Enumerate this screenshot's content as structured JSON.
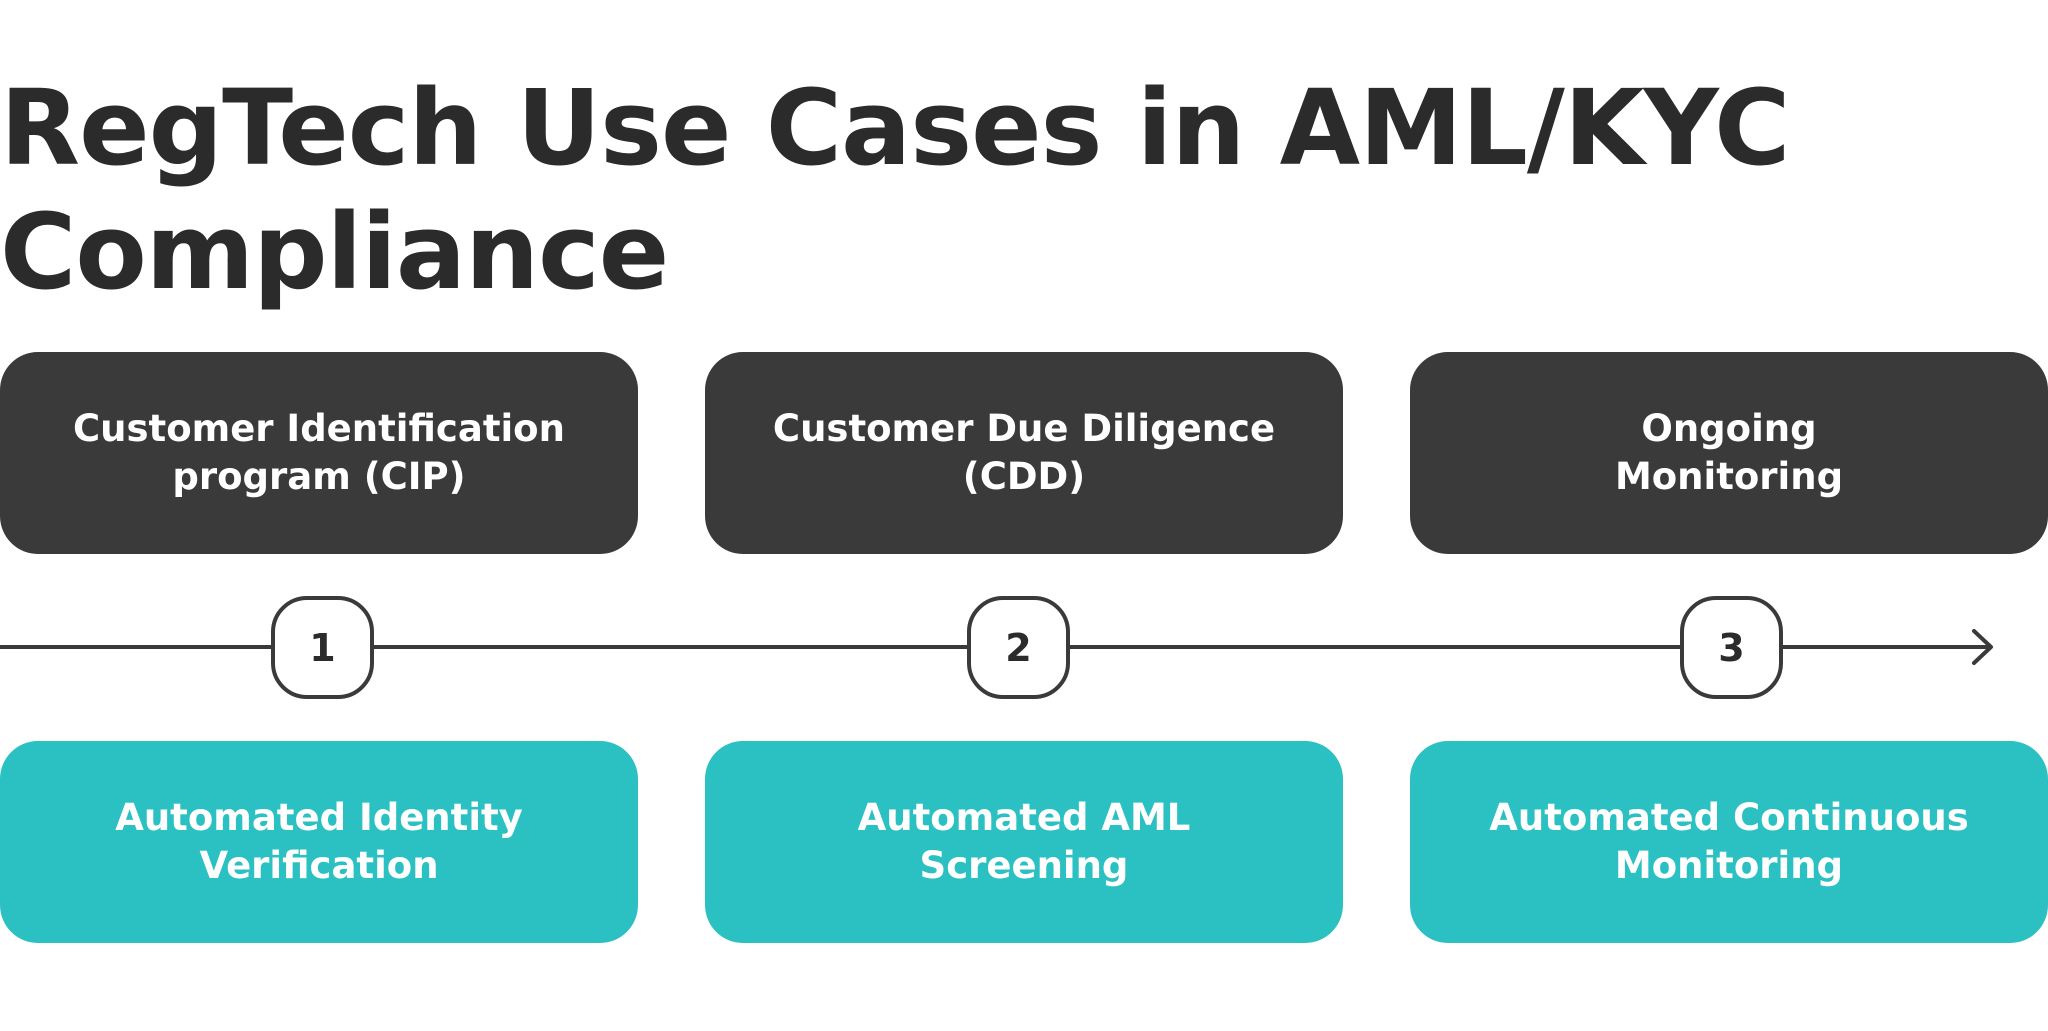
{
  "title": {
    "line1": "RegTech Use Cases in AML/KYC",
    "line2": "Compliance"
  },
  "stages": [
    {
      "number": "1",
      "top_lines": [
        "Customer Identification",
        "program (CIP)"
      ],
      "bottom_lines": [
        "Automated Identity",
        "Verification"
      ]
    },
    {
      "number": "2",
      "top_lines": [
        "Customer Due Diligence",
        "(CDD)"
      ],
      "bottom_lines": [
        "Automated AML",
        "Screening"
      ]
    },
    {
      "number": "3",
      "top_lines": [
        "Ongoing",
        "Monitoring"
      ],
      "bottom_lines": [
        "Automated Continuous",
        "Monitoring"
      ]
    }
  ],
  "colors": {
    "dark_box": "#3a3a3a",
    "teal_box": "#2bc0c2",
    "text_dark": "#2b2b2b",
    "line": "#3a3a3a"
  }
}
